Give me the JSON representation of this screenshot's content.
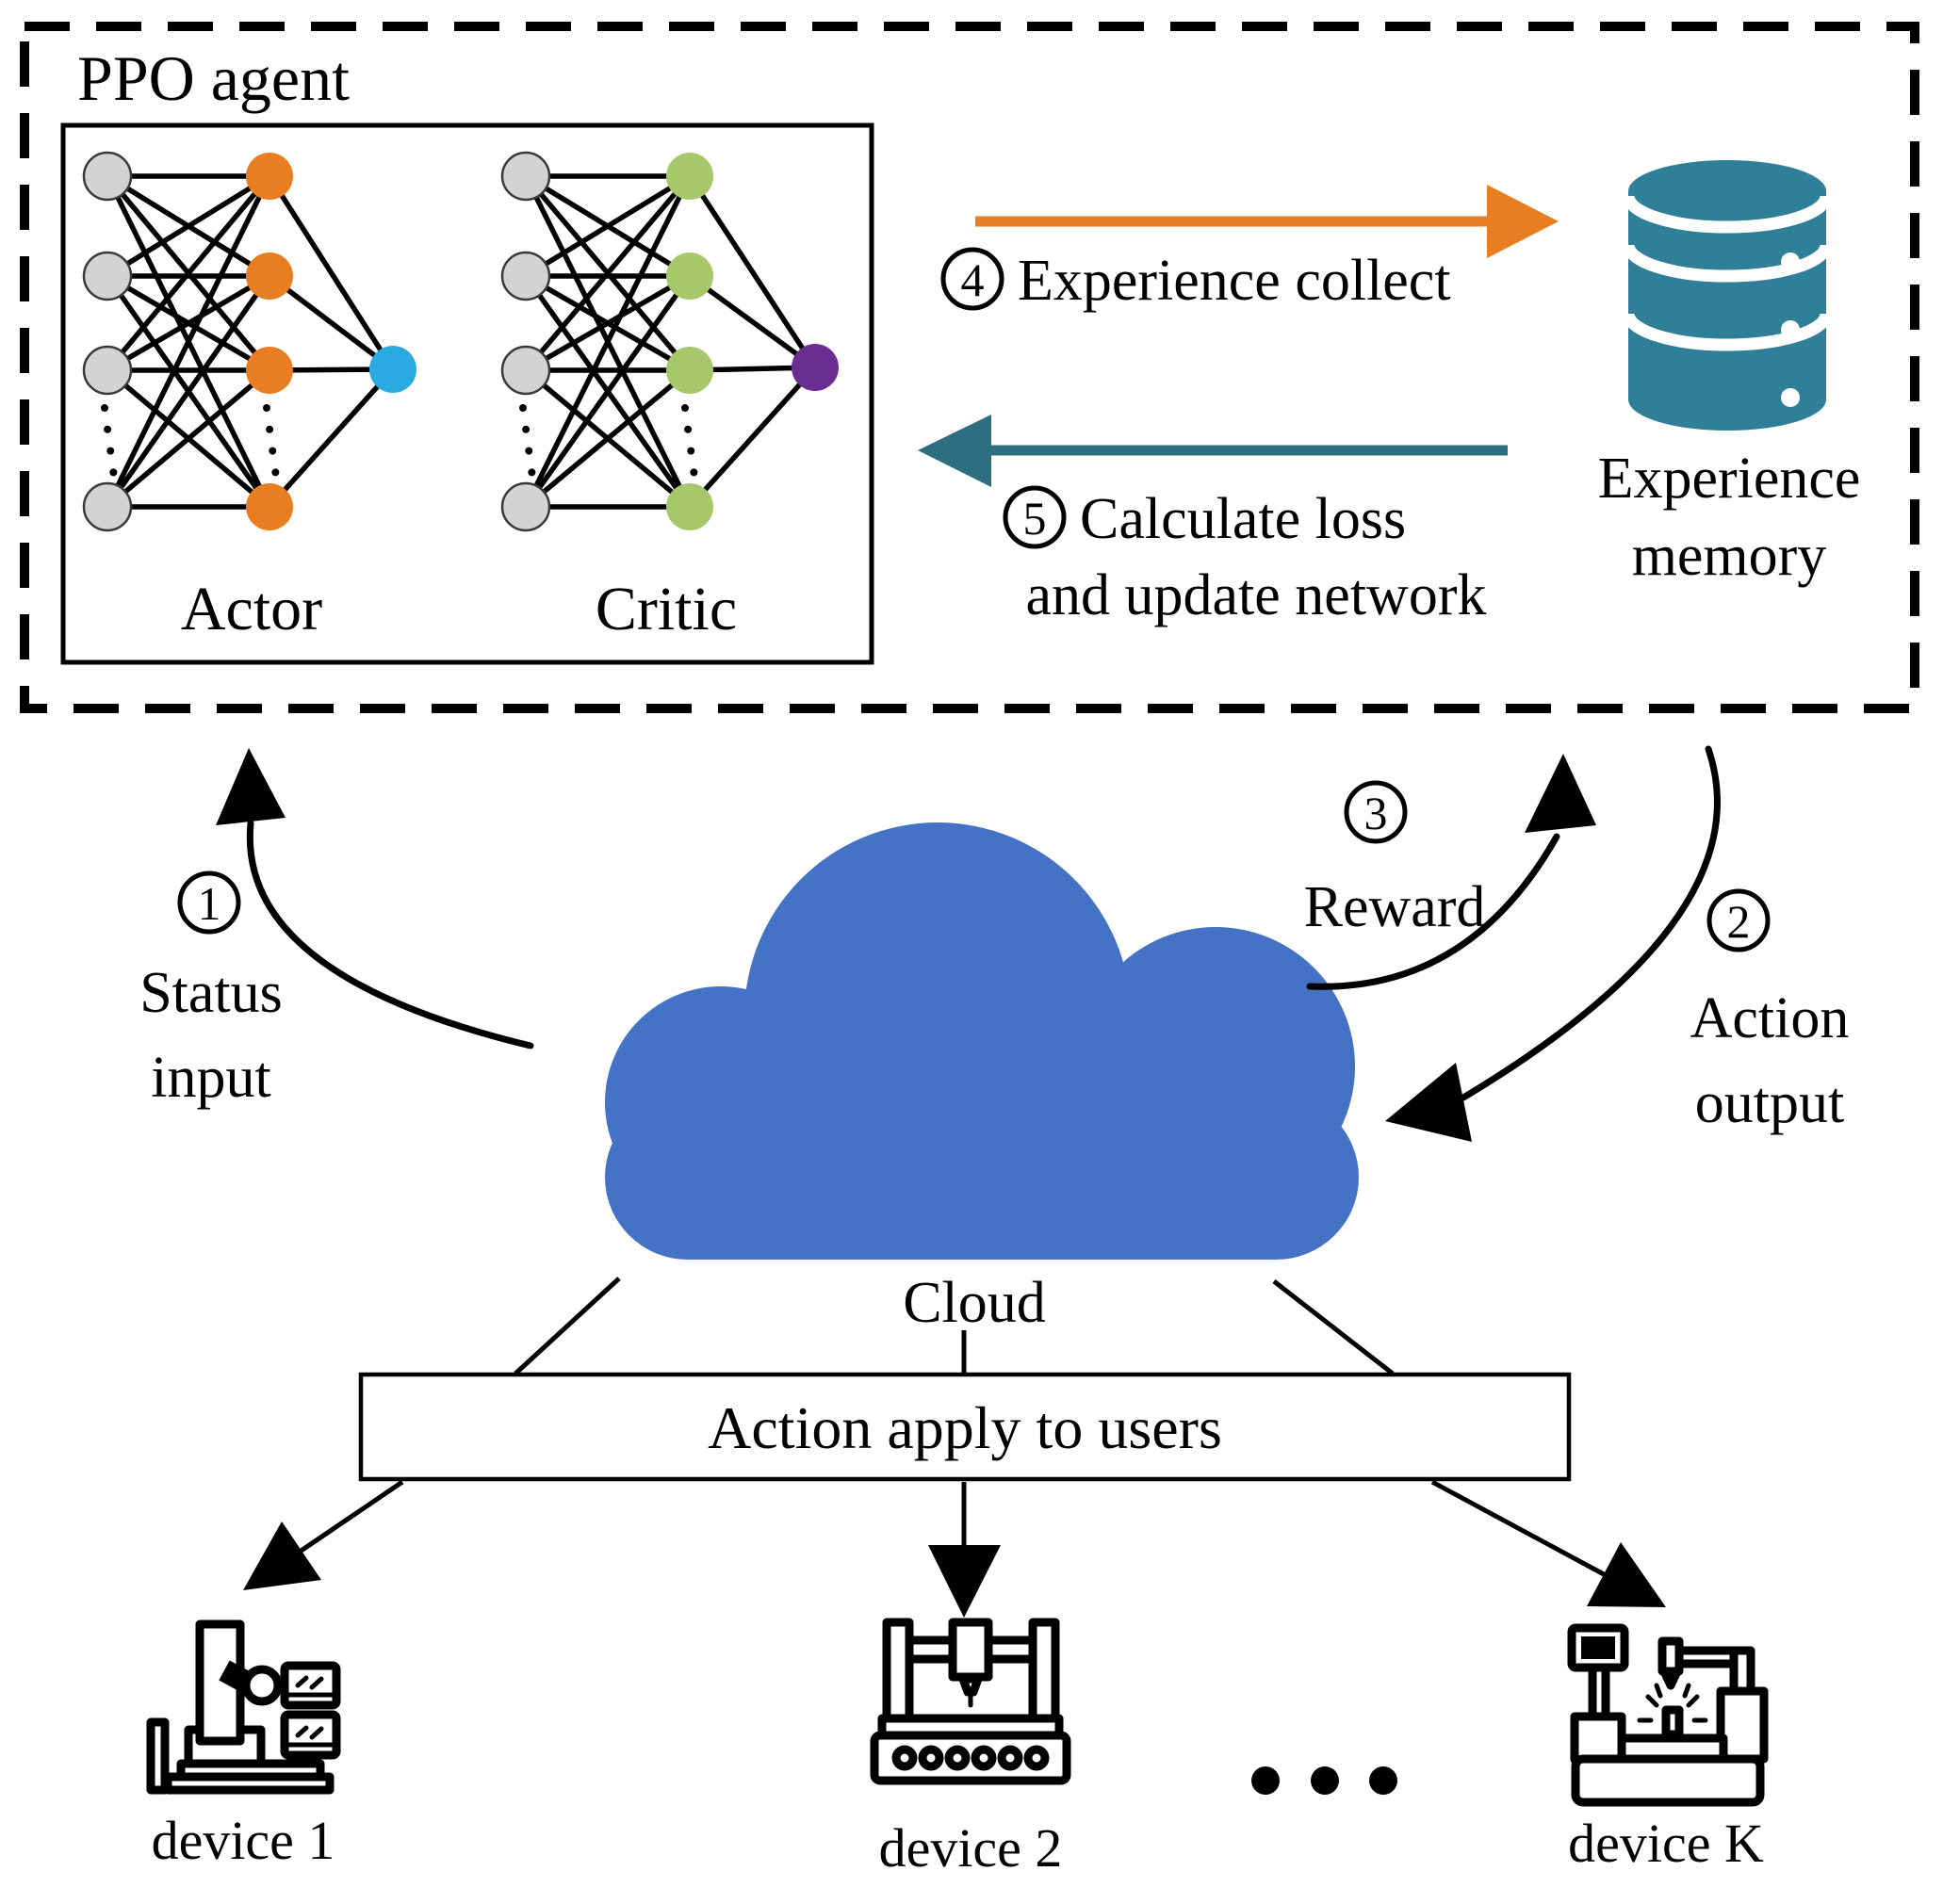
{
  "colors": {
    "orange": "#E87D22",
    "node_blue": "#29ABE2",
    "green": "#A6C86B",
    "purple": "#6A2D90",
    "gray": "#D3D3D3",
    "cloud_blue": "#4472C4",
    "db_teal": "#2F7F98",
    "arrow_teal": "#2D6E80"
  },
  "ppo": {
    "title": "PPO agent",
    "actor": "Actor",
    "critic": "Critic"
  },
  "memory": {
    "line1": "Experience",
    "line2": "memory"
  },
  "steps": {
    "s1": {
      "num": "1",
      "line1": "Status",
      "line2": "input"
    },
    "s2": {
      "num": "2",
      "line1": "Action",
      "line2": "output"
    },
    "s3": {
      "num": "3",
      "label": "Reward"
    },
    "s4": {
      "num": "4",
      "label": "Experience collect"
    },
    "s5": {
      "num": "5",
      "line1": "Calculate loss",
      "line2": "and update network"
    }
  },
  "cloud": {
    "label": "Cloud"
  },
  "action_box": {
    "label": "Action apply to users"
  },
  "devices": [
    {
      "label": "device 1"
    },
    {
      "label": "device 2"
    },
    {
      "label": "device K"
    }
  ]
}
